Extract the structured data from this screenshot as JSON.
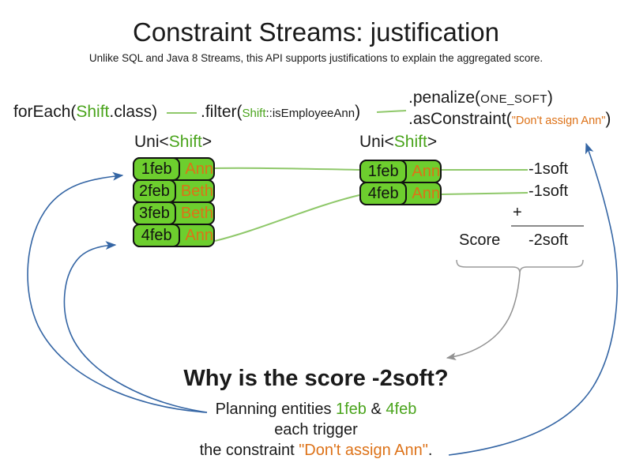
{
  "title": "Constraint Streams: justification",
  "subtitle": "Unlike SQL and Java 8 Streams, this API supports justifications to explain the aggregated score.",
  "code": {
    "foreach": {
      "pre": "forEach(",
      "class_name": "Shift",
      "post": ".class)"
    },
    "filter": {
      "pre": ".filter(",
      "arg_class": "Shift",
      "arg_rest": "::isEmployeeAnn",
      "post": ")"
    },
    "penalize": {
      "pre": ".penalize(",
      "arg": "ONE_SOFT",
      "post": ")"
    },
    "as_constraint": {
      "pre": ".asConstraint(",
      "arg": "\"Don't assign Ann\"",
      "post": ")"
    }
  },
  "uni_label": {
    "pre": "Uni<",
    "class_name": "Shift",
    "post": ">"
  },
  "left_table": {
    "rows": [
      {
        "date": "1feb",
        "employee": "Ann"
      },
      {
        "date": "2feb",
        "employee": "Beth"
      },
      {
        "date": "3feb",
        "employee": "Beth"
      },
      {
        "date": "4feb",
        "employee": "Ann"
      }
    ]
  },
  "right_table": {
    "rows": [
      {
        "date": "1feb",
        "employee": "Ann"
      },
      {
        "date": "4feb",
        "employee": "Ann"
      }
    ]
  },
  "score_panel": {
    "penalties": [
      "-1soft",
      "-1soft"
    ],
    "plus": "+",
    "sum_label": "Score",
    "total": "-2soft"
  },
  "explanation": {
    "heading": "Why is the score -2soft?",
    "line1": {
      "pre": "Planning entities ",
      "entity1": "1feb",
      "amp": " & ",
      "entity2": "4feb"
    },
    "line2": "each trigger",
    "line3": {
      "pre": "the constraint ",
      "constraint": "\"Don't assign Ann\"",
      "post": "."
    }
  },
  "colors": {
    "entity-green": "#6dce2e",
    "text-green": "#4aa41c",
    "line-green": "#8fc86a",
    "orange": "#dd7218",
    "blue": "#3465a4",
    "gray": "#919191",
    "ink": "#1a1a1a"
  }
}
